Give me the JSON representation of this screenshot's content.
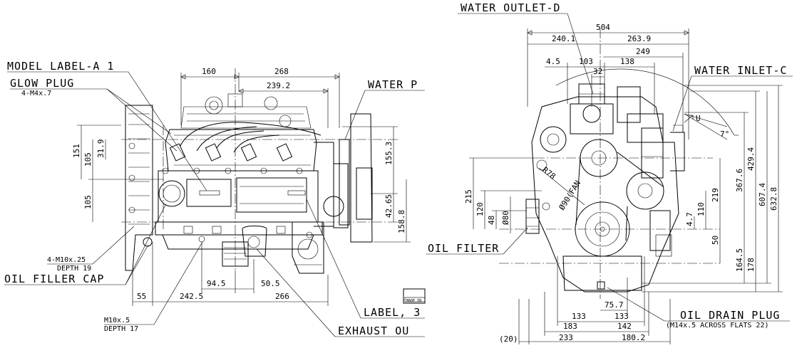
{
  "diagram": {
    "labels": {
      "model_label": "MODEL LABEL-A 1",
      "glow_plug": "GLOW PLUG",
      "glow_plug_sub": "4-M4x.7",
      "water_pump": "WATER P",
      "oil_filler_cap": "OIL FILLER CAP",
      "mount_holes": "4-M10x.25",
      "mount_holes_depth": "DEPTH 19",
      "drain_hole": "M10x.5",
      "drain_hole_depth": "DEPTH 17",
      "label_3": "LABEL, 3",
      "exhaust_outlet": "EXHAUST OU",
      "made_in": "MADE IN",
      "water_outlet": "WATER OUTLET-D",
      "water_inlet": "WATER INLET-C",
      "oil_filter": "OIL FILTER",
      "oil_drain_plug": "OIL DRAIN PLUG",
      "oil_drain_plug_sub": "(M14x.5 ACROSS FLATS 22)",
      "direction_u": "U",
      "angle": "7°",
      "radius": "R78",
      "pulley_dia": "Ø80",
      "pulley_dia2": "Ø90(FAN"
    },
    "left_view_dims": {
      "top_160": "160",
      "top_268": "268",
      "top_239_2": "239.2",
      "left_151": "151",
      "left_105a": "105",
      "left_31_9": "31.9",
      "left_105b": "105",
      "right_155_3": "155.3",
      "right_42_65": "42.65",
      "right_158_8": "158.8",
      "bot_94_5": "94.5",
      "bot_50_5": "50.5",
      "bot_55": "55",
      "bot_242_5": "242.5",
      "bot_266": "266"
    },
    "right_view_dims": {
      "top_504": "504",
      "top_240_1": "240.1",
      "top_263_9": "263.9",
      "top_249": "249",
      "top_4_5": "4.5",
      "top_103": "103",
      "top_32": "32",
      "top_138": "138",
      "left_215": "215",
      "left_120": "120",
      "left_48": "48",
      "right_367_6": "367.6",
      "right_429_4": "429.4",
      "right_607_4": "607.4",
      "right_632_8": "632.8",
      "right_219": "219",
      "right_110": "110",
      "right_4_7": "4.7",
      "right_50": "50",
      "right_164_5": "164.5",
      "right_178": "178",
      "bot_75_7": "75.7",
      "bot_133a": "133",
      "bot_133b": "133",
      "bot_183": "183",
      "bot_142": "142",
      "bot_20": "(20)",
      "bot_233": "233",
      "bot_180_2": "180.2"
    }
  }
}
